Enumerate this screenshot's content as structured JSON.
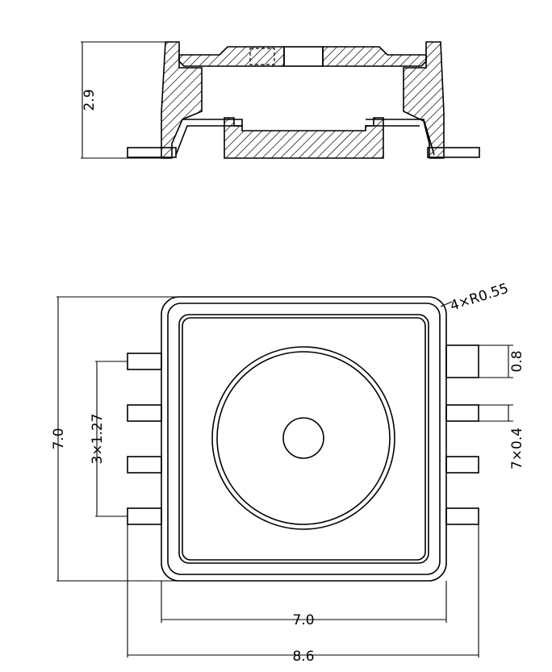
{
  "dimensions": {
    "height": "2.9",
    "corner_radius": "4×R0.55",
    "pin_width": "0.8",
    "lead_count": "7×0.4",
    "pin_pitch": "3×1.27",
    "body_height": "7.0",
    "body_width": "7.0",
    "total_width": "8.6"
  },
  "colors": {
    "line": "#000000",
    "background": "#ffffff"
  }
}
